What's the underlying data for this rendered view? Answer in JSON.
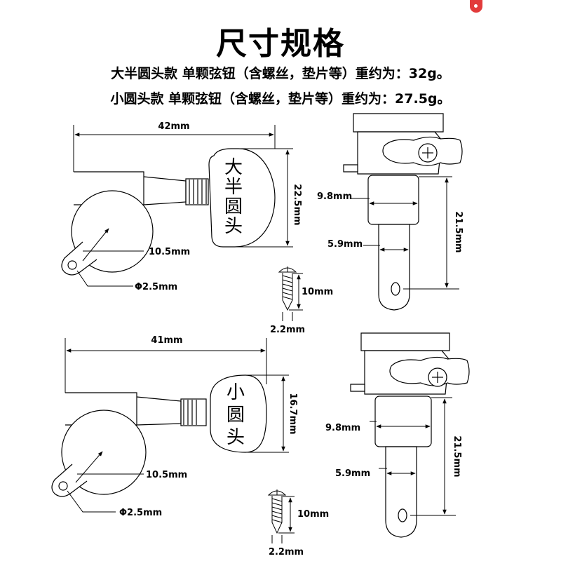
{
  "header": {
    "title": "尺寸规格",
    "spec_large": "大半圆头款 单颗弦钮（含螺丝，垫片等）重约为：32g。",
    "spec_small": "小圆头款 单颗弦钮（含螺丝，垫片等）重约为：27.5g。"
  },
  "large_tuner": {
    "knob_text": [
      "大",
      "半",
      "圆",
      "头"
    ],
    "width_label": "42mm",
    "height_label": "22.5mm",
    "gear_label": "10.5mm",
    "hole_label": "Φ2.5mm",
    "screw_length_label": "10mm",
    "screw_width_label": "2.2mm",
    "bushing_label": "9.8mm",
    "post_label": "5.9mm",
    "post_height_label": "21.5mm"
  },
  "small_tuner": {
    "knob_text": [
      "小",
      "圆",
      "头"
    ],
    "width_label": "41mm",
    "height_label": "16.7mm",
    "gear_label": "10.5mm",
    "hole_label": "Φ2.5mm",
    "screw_length_label": "10mm",
    "screw_width_label": "2.2mm",
    "bushing_label": "9.8mm",
    "post_label": "5.9mm",
    "post_height_label": "21.5mm"
  },
  "colors": {
    "line": "#000000",
    "corner_badge": "#e23b3b"
  }
}
